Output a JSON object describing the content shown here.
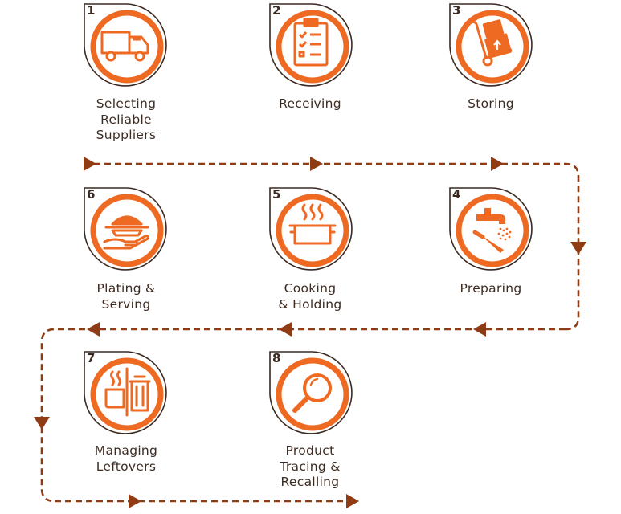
{
  "colors": {
    "accent": "#ee6a23",
    "connector": "#8f3b14",
    "frame": "#3a2a22",
    "text": "#3d2b22"
  },
  "steps": [
    {
      "number": "1",
      "label": "Selecting\nReliable\nSuppliers",
      "icon": "delivery-truck-icon"
    },
    {
      "number": "2",
      "label": "Receiving",
      "icon": "clipboard-checklist-icon"
    },
    {
      "number": "3",
      "label": "Storing",
      "icon": "hand-truck-box-icon"
    },
    {
      "number": "4",
      "label": "Preparing",
      "icon": "faucet-knife-icon"
    },
    {
      "number": "5",
      "label": "Cooking\n& Holding",
      "icon": "steaming-pot-icon"
    },
    {
      "number": "6",
      "label": "Plating &\nServing",
      "icon": "serving-plate-hand-icon"
    },
    {
      "number": "7",
      "label": "Managing\nLeftovers",
      "icon": "leftovers-bin-icon"
    },
    {
      "number": "8",
      "label": "Product\nTracing &\nRecalling",
      "icon": "magnifying-glass-icon"
    }
  ]
}
